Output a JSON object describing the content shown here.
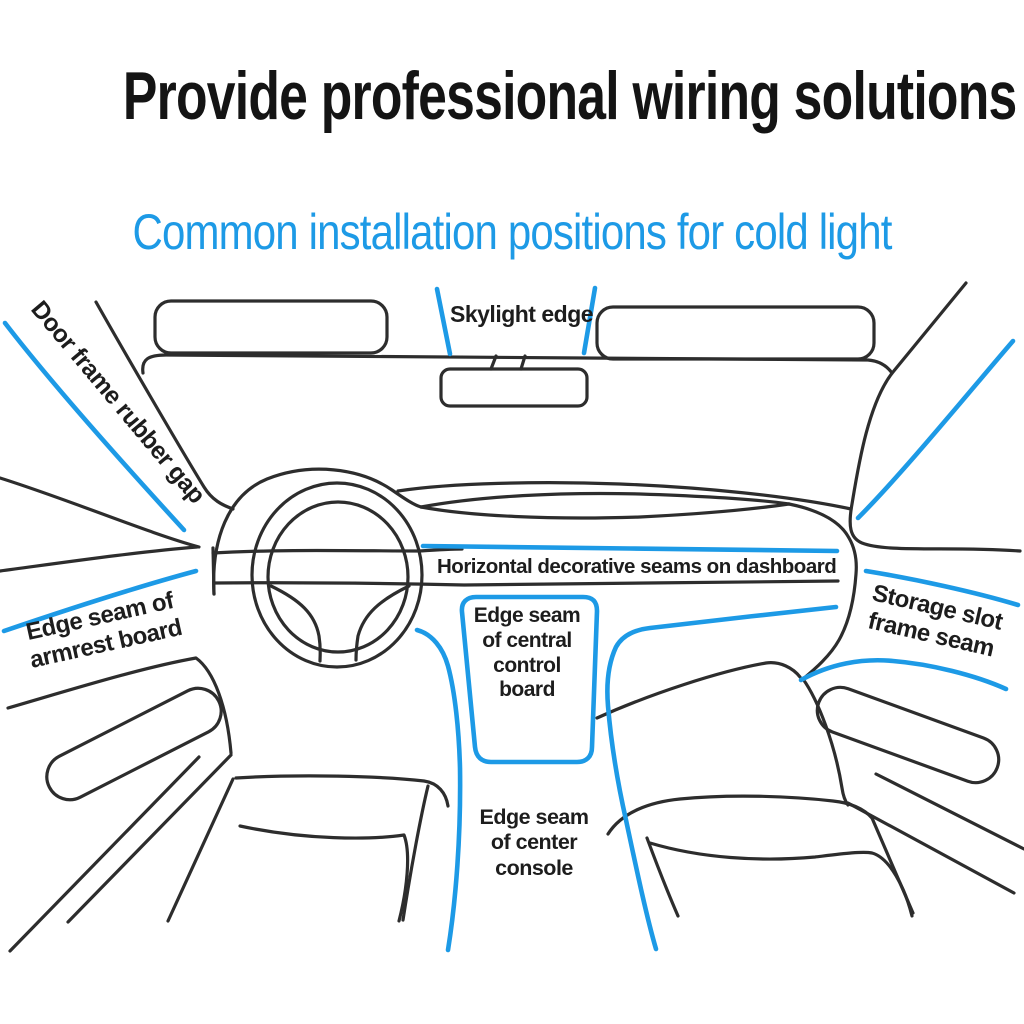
{
  "header": {
    "title": "Provide professional wiring solutions",
    "subtitle": "Common installation positions for cold light"
  },
  "colors": {
    "accent_blue": "#1d9ae6",
    "line_black": "#2d2d2d",
    "background": "#ffffff"
  },
  "diagram": {
    "description": "car-dashboard-interior-line-art-with-blue-cold-light-seam-highlights",
    "labels": {
      "skylight": "Skylight edge",
      "door_frame": "Door frame rubber gap",
      "dashboard_seams": "Horizontal decorative seams on dashboard",
      "central_control_lines": [
        "Edge seam",
        "of central",
        "control",
        "board"
      ],
      "armrest_lines": [
        "Edge seam of",
        "armrest board"
      ],
      "storage_lines": [
        "Storage slot",
        "frame seam"
      ],
      "center_console_lines": [
        "Edge seam",
        "of center",
        "console"
      ]
    }
  }
}
